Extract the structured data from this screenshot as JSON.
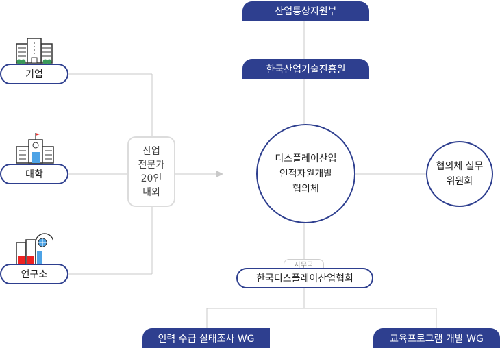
{
  "top": {
    "ministry": "산업통상지원부",
    "agency": "한국산업기술진흥원"
  },
  "sources": [
    {
      "label": "기업",
      "icon": "office-building-icon"
    },
    {
      "label": "대학",
      "icon": "university-icon"
    },
    {
      "label": "연구소",
      "icon": "research-institute-icon"
    }
  ],
  "experts": {
    "line1": "산업",
    "line2": "전문가",
    "line3": "20인",
    "line4": "내외"
  },
  "council": {
    "line1": "디스플레이산업",
    "line2": "인적자원개발",
    "line3": "협의체"
  },
  "working": {
    "line1": "협의체 실무",
    "line2": "위원회"
  },
  "secretariat": {
    "tag": "사무국",
    "label": "한국디스플레이산업협회"
  },
  "wgs": {
    "left": "인력 수급 실태조사 WG",
    "right": "교육프로그램 개발 WG"
  },
  "colors": {
    "navy": "#2e3f8f",
    "line": "#c9c9c9"
  }
}
